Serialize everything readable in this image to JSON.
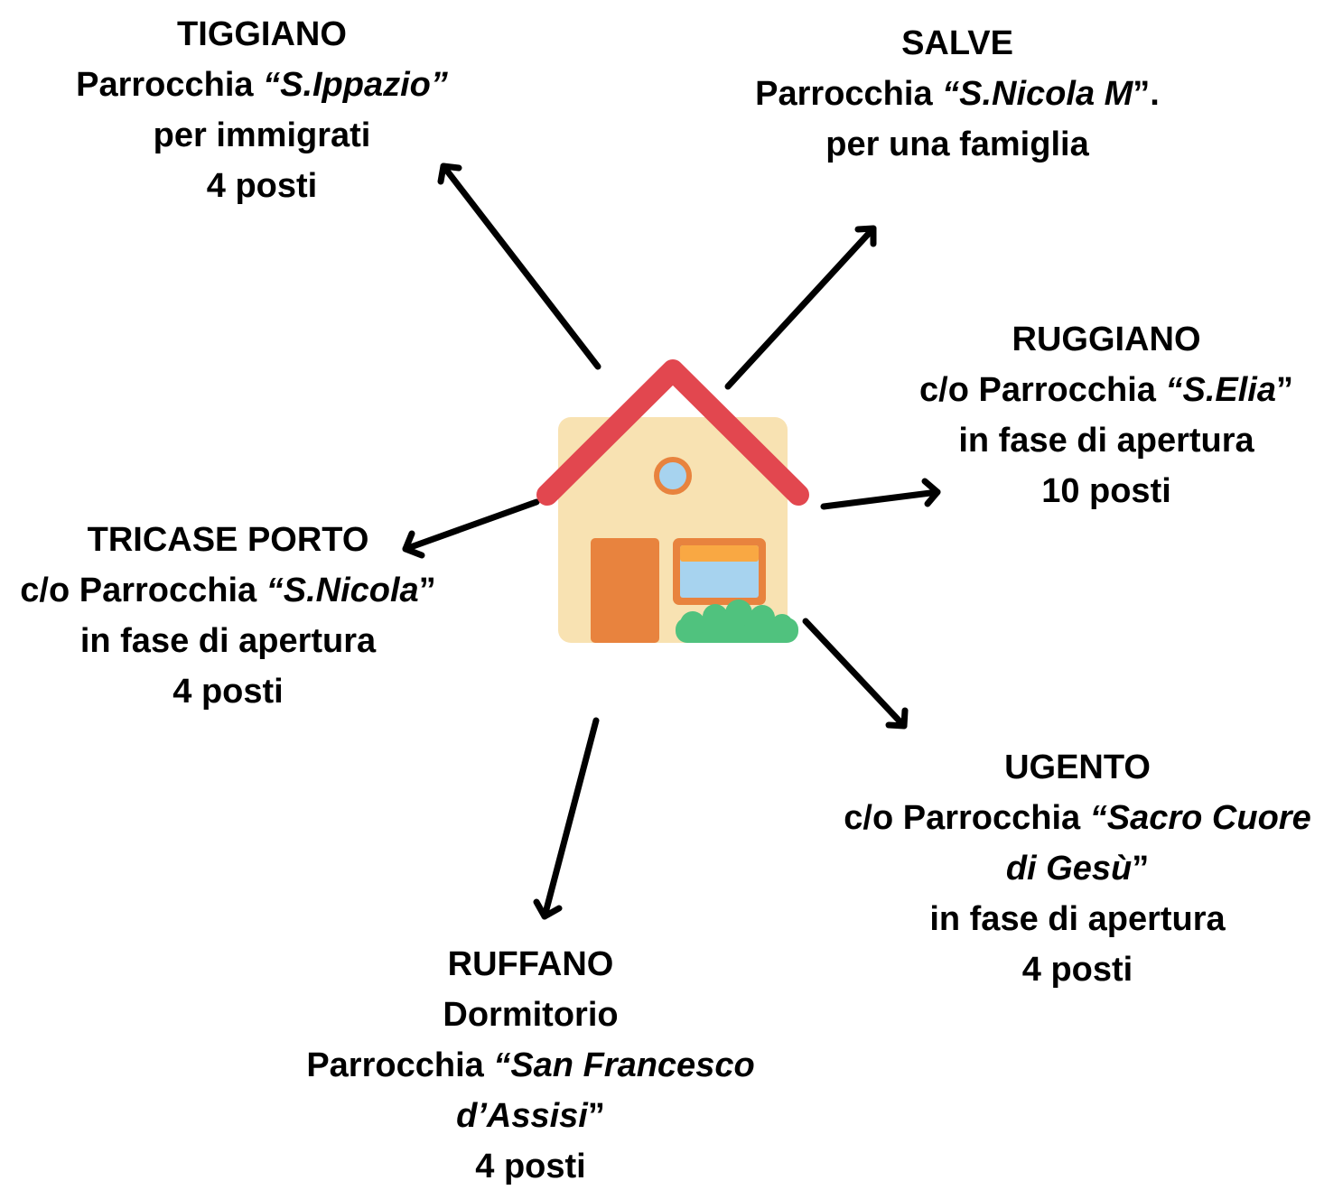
{
  "center_icon": "house-icon",
  "colors": {
    "roof": "#e2474f",
    "wall": "#f8e2b2",
    "door": "#e8833e",
    "window_glass": "#a7d3ef",
    "window_frame": "#e8833e",
    "awning": "#f9a843",
    "bush": "#50c27e",
    "arrow": "#000000"
  },
  "locations": {
    "tiggiano": {
      "name": "TIGGIANO",
      "l2_pre": "Parrocchia ",
      "l2_ital": "“S.Ippazio”",
      "l2_post": "",
      "l3": "per immigrati",
      "l4": "4 posti"
    },
    "salve": {
      "name": "SALVE",
      "l2_pre": "Parrocchia ",
      "l2_ital": "“S.Nicola M",
      "l2_post": "”.",
      "l3": "per una famiglia"
    },
    "ruggiano": {
      "name": "RUGGIANO",
      "l2_pre": "c/o Parrocchia ",
      "l2_ital": "“S.Elia",
      "l2_post": "”",
      "l3": "in fase di apertura",
      "l4": "10 posti"
    },
    "tricase": {
      "name": "TRICASE PORTO",
      "l2_pre": "c/o Parrocchia ",
      "l2_ital": "“S.Nicola",
      "l2_post": "”",
      "l3": "in fase di apertura",
      "l4": "4 posti"
    },
    "ugento": {
      "name": "UGENTO",
      "l2_pre": "c/o Parrocchia ",
      "l2_ital": "“Sacro Cuore",
      "l3_ital": "di Gesù",
      "l3_post": "”",
      "l4": "in fase di apertura",
      "l5": "4 posti"
    },
    "ruffano": {
      "name": "RUFFANO",
      "l2": "Dormitorio",
      "l3_pre": "Parrocchia ",
      "l3_ital": "“San Francesco",
      "l4_ital": "d’Assisi",
      "l4_post": "”",
      "l5": "4 posti"
    }
  }
}
